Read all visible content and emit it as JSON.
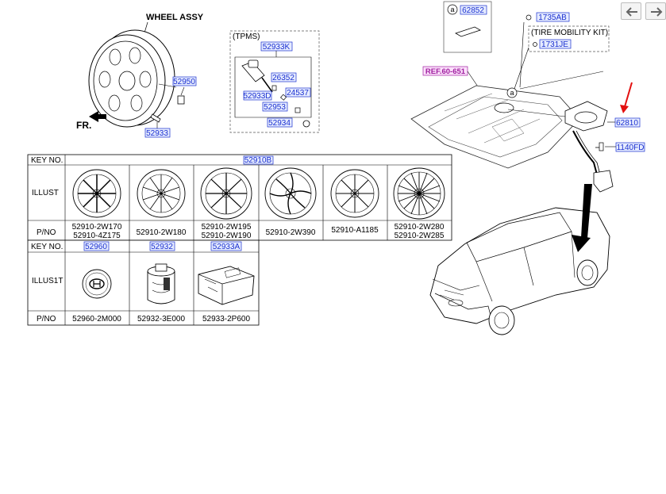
{
  "nav": {
    "back_icon": "arrow-left-icon",
    "forward_icon": "arrow-right-icon"
  },
  "colors": {
    "part_box": "#1a2fd0",
    "part_box_fill": "#e6ecff",
    "ref_text": "#a020a0",
    "ref_fill": "#fbe0fb",
    "pointer_arrow": "#e31010"
  },
  "wheel": {
    "title": "WHEEL ASSY",
    "fr_label": "FR.",
    "parts": {
      "nut": "52950",
      "valve": "52933"
    }
  },
  "tpms": {
    "title": "(TPMS)",
    "parts": {
      "assy": "52933K",
      "p26352": "26352",
      "p52933d": "52933D",
      "p24537": "24537",
      "p52953": "52953",
      "p52934": "52934"
    }
  },
  "right": {
    "callout_letter": "a",
    "callout_part": "62852",
    "screw": "1735AB",
    "kit_title": "(TIRE MOBILITY KIT)",
    "kit_part": "1731JE",
    "ref": "REF.60-651",
    "hanger": "62810",
    "bolt": "1140FD"
  },
  "table1": {
    "key_header": "KEY NO.",
    "key_value": "52910B",
    "illust_label": "ILLUST",
    "pno_label": "P/NO",
    "columns": [
      {
        "line1": "52910-2W170",
        "line2": "52910-4Z175"
      },
      {
        "line1": "52910-2W180",
        "line2": ""
      },
      {
        "line1": "52910-2W195",
        "line2": "52910-2W190"
      },
      {
        "line1": "52910-2W390",
        "line2": ""
      },
      {
        "line1": "52910-A1185",
        "line2": ""
      },
      {
        "line1": "52910-2W280",
        "line2": "52910-2W285"
      }
    ]
  },
  "table2": {
    "key_header": "KEY NO.",
    "illust_label": "ILLUS1T",
    "pno_label": "P/NO",
    "keys": [
      "52960",
      "52932",
      "52933A"
    ],
    "pnos": [
      "52960-2M000",
      "52932-3E000",
      "52933-2P600"
    ]
  }
}
